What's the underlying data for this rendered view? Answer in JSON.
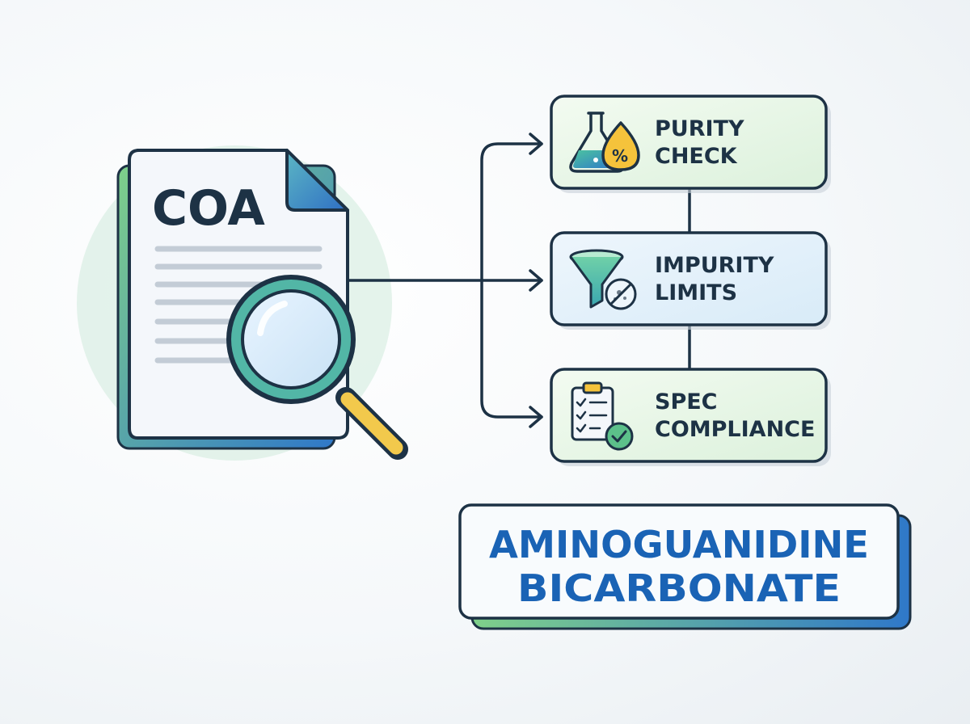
{
  "document": {
    "title": "COA"
  },
  "checks": [
    {
      "line1": "PURITY",
      "line2": "CHECK",
      "icon": "flask-percent-icon"
    },
    {
      "line1": "IMPURITY",
      "line2": "LIMITS",
      "icon": "funnel-icon"
    },
    {
      "line1": "SPEC",
      "line2": "COMPLIANCE",
      "icon": "clipboard-check-icon"
    }
  ],
  "compound": {
    "line1": "AMINOGUANIDINE",
    "line2": "BICARBONATE"
  },
  "colors": {
    "outline": "#1d3245",
    "title_blue": "#1a63b5",
    "accent_blue": "#2f78c9",
    "accent_green": "#7fd08a",
    "magnifier_handle": "#f2c94c"
  }
}
